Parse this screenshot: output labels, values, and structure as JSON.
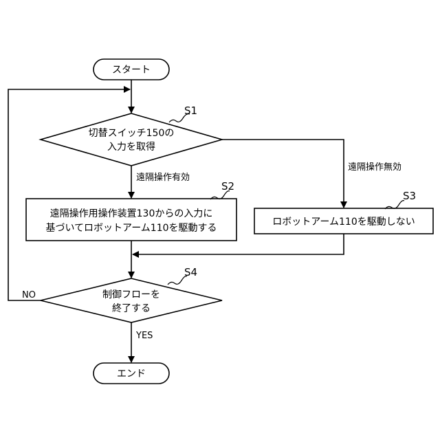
{
  "nodes": {
    "start": "スタート",
    "s1_line1": "切替スイッチ150の",
    "s1_line2": "入力を取得",
    "s2_line1": "遠隔操作用操作装置130からの入力に",
    "s2_line2": "基づいてロボットアーム110を駆動する",
    "s3": "ロボットアーム110を駆動しない",
    "s4_line1": "制御フローを",
    "s4_line2": "終了する",
    "end": "エンド"
  },
  "step_labels": {
    "s1": "S1",
    "s2": "S2",
    "s3": "S3",
    "s4": "S4"
  },
  "edge_labels": {
    "enabled": "遠隔操作有効",
    "disabled": "遠隔操作無効",
    "no": "NO",
    "yes": "YES"
  }
}
